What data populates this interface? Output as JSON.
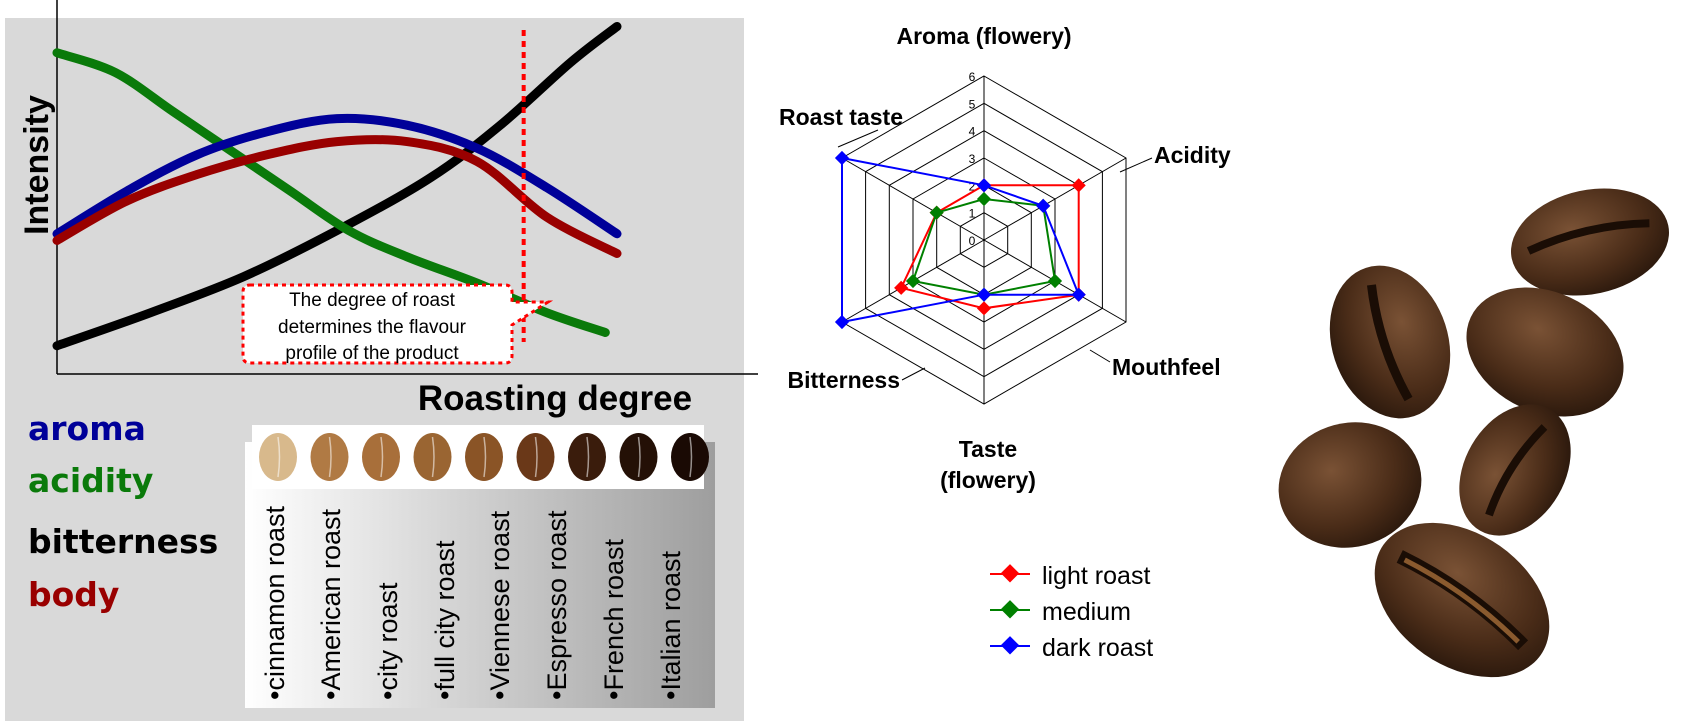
{
  "colors": {
    "panel_bg": "#d9d9d9",
    "aroma": "#000099",
    "acidity": "#0a7a0a",
    "bitterness": "#000000",
    "body": "#990000",
    "callout": "#ff0000",
    "light_roast": "#ff0000",
    "medium": "#008000",
    "dark_roast": "#0000ff"
  },
  "chart_data": [
    {
      "type": "line",
      "title": "",
      "xlabel": "Roasting degree",
      "ylabel": "Intensity",
      "x_ticks": [
        "•cinnamon roast",
        "•American roast",
        "•city roast",
        "•full city roast",
        "•Viennese roast",
        "•Espresso roast",
        "•French roast",
        "•Italian roast"
      ],
      "legend": [
        "aroma",
        "acidity",
        "bitterness",
        "body"
      ],
      "series": [
        {
          "name": "aroma",
          "color": "#000099",
          "values": [
            [
              0,
              42
            ],
            [
              6,
              55
            ],
            [
              12,
              66
            ],
            [
              18,
              73
            ],
            [
              24,
              77
            ],
            [
              30,
              75
            ],
            [
              36,
              68
            ],
            [
              42,
              56
            ],
            [
              48,
              42
            ]
          ]
        },
        {
          "name": "acidity",
          "color": "#0a7a0a",
          "values": [
            [
              0,
              97
            ],
            [
              5,
              91
            ],
            [
              10,
              79
            ],
            [
              15,
              67
            ],
            [
              20,
              55
            ],
            [
              25,
              43
            ],
            [
              30,
              35
            ],
            [
              36,
              27
            ],
            [
              42,
              18
            ],
            [
              47,
              12
            ]
          ]
        },
        {
          "name": "bitterness",
          "color": "#000000",
          "values": [
            [
              0,
              8
            ],
            [
              8,
              18
            ],
            [
              16,
              29
            ],
            [
              24,
              43
            ],
            [
              32,
              59
            ],
            [
              38,
              75
            ],
            [
              44,
              94
            ],
            [
              48,
              105
            ]
          ]
        },
        {
          "name": "body",
          "color": "#990000",
          "values": [
            [
              0,
              40
            ],
            [
              6,
              52
            ],
            [
              12,
              60
            ],
            [
              18,
              66
            ],
            [
              24,
              70
            ],
            [
              30,
              70
            ],
            [
              36,
              64
            ],
            [
              42,
              47
            ],
            [
              48,
              36
            ]
          ]
        }
      ],
      "marker_line_x": 40,
      "annotation": "The degree of roast determines the flavour profile of the product",
      "roast_level_text": [
        "•cinnamon roast",
        "•American roast",
        "•city roast",
        "•full city roast",
        "•Viennese roast",
        "•Espresso roast",
        "•French roast",
        "•Italian roast"
      ]
    },
    {
      "type": "radar",
      "axes": [
        "Aroma (flowery)",
        "Acidity",
        "Mouthfeel",
        "Taste\n(flowery)",
        "Bitterness",
        "Roast taste"
      ],
      "rlim": [
        0,
        6
      ],
      "r_ticks": [
        "0",
        "1",
        "2",
        "3",
        "4",
        "5",
        "6"
      ],
      "series": [
        {
          "name": "light roast",
          "color": "#ff0000",
          "values": [
            2,
            4,
            4,
            2.5,
            3.5,
            2
          ]
        },
        {
          "name": "medium",
          "color": "#008000",
          "values": [
            1.5,
            2.5,
            3,
            2,
            3,
            2
          ]
        },
        {
          "name": "dark roast",
          "color": "#0000ff",
          "values": [
            2,
            2.5,
            4,
            2,
            6,
            6
          ]
        }
      ],
      "legend_placement": "bottom"
    }
  ]
}
